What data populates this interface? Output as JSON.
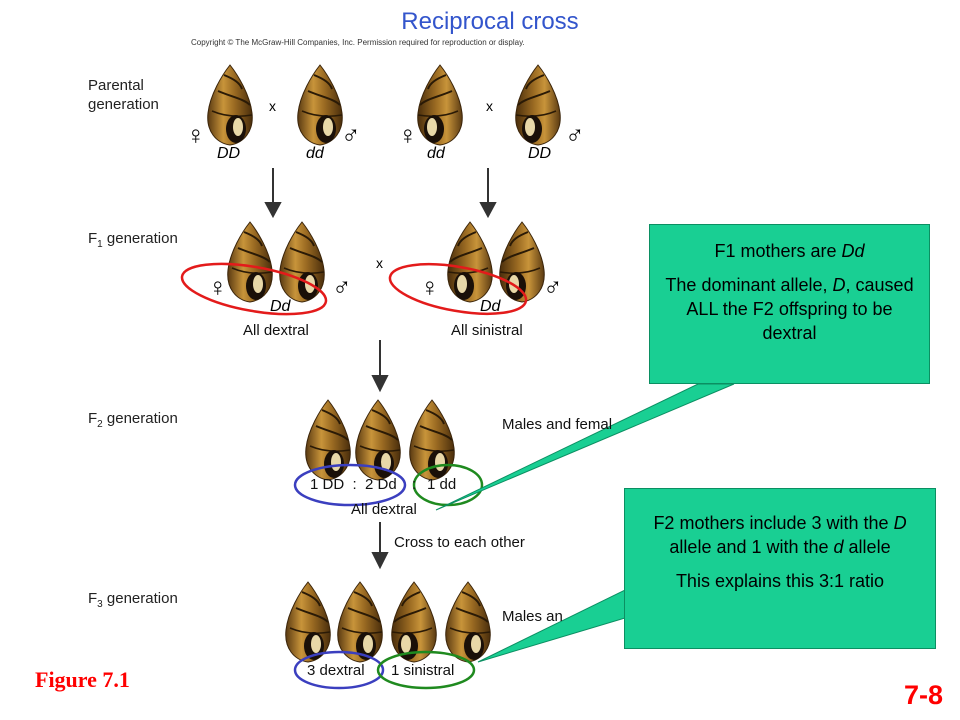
{
  "title": "Reciprocal cross",
  "copyright": "Copyright © The McGraw-Hill Companies, Inc. Permission required for reproduction or display.",
  "generations": {
    "parental_line1": "Parental",
    "parental_line2": "generation",
    "f1_prefix": "F",
    "f1_sub": "1",
    "f1_suffix": " generation",
    "f2_prefix": "F",
    "f2_sub": "2",
    "f2_suffix": " generation",
    "f3_prefix": "F",
    "f3_sub": "3",
    "f3_suffix": " generation"
  },
  "parental": {
    "left_female": "DD",
    "left_male": "dd",
    "right_female": "dd",
    "right_male": "DD",
    "cross": "x"
  },
  "f1": {
    "left_genotype": "Dd",
    "right_genotype": "Dd",
    "left_caption": "All dextral",
    "right_caption": "All sinistral",
    "cross": "x"
  },
  "f2": {
    "ratio_part1": "1 DD  :  2 Dd",
    "ratio_part2": "1 dd",
    "ratio_colon": ":",
    "caption": "All dextral",
    "side_label": "Males and femal"
  },
  "f3": {
    "cross_label": "Cross to each other",
    "dextral": "3 dextral",
    "sinistral": "1 sinistral",
    "side_label": "Males an"
  },
  "symbols": {
    "female": "♀",
    "male": "♂"
  },
  "callout1": {
    "line1_prefix": "F1 mothers are ",
    "line1_italic": "Dd",
    "line2_prefix": "The dominant allele, ",
    "line2_italic": "D",
    "line2_suffix": ", caused ALL the F2 offspring to be dextral"
  },
  "callout2": {
    "p1_a": "F2 mothers include 3 with the ",
    "p1_italic1": "D",
    "p1_b": " allele and 1 with the ",
    "p1_italic2": "d",
    "p1_c": " allele",
    "p2": "This explains this 3:1 ratio"
  },
  "figure_label": "Figure 7.1",
  "slide_number": "7-8",
  "colors": {
    "title": "#3355cc",
    "callout_fill": "#19cf93",
    "red_ring": "#e31b1b",
    "blue_ring": "#3b3fbf",
    "green_ring": "#1f8a1f",
    "figure_label": "#ff0000"
  }
}
